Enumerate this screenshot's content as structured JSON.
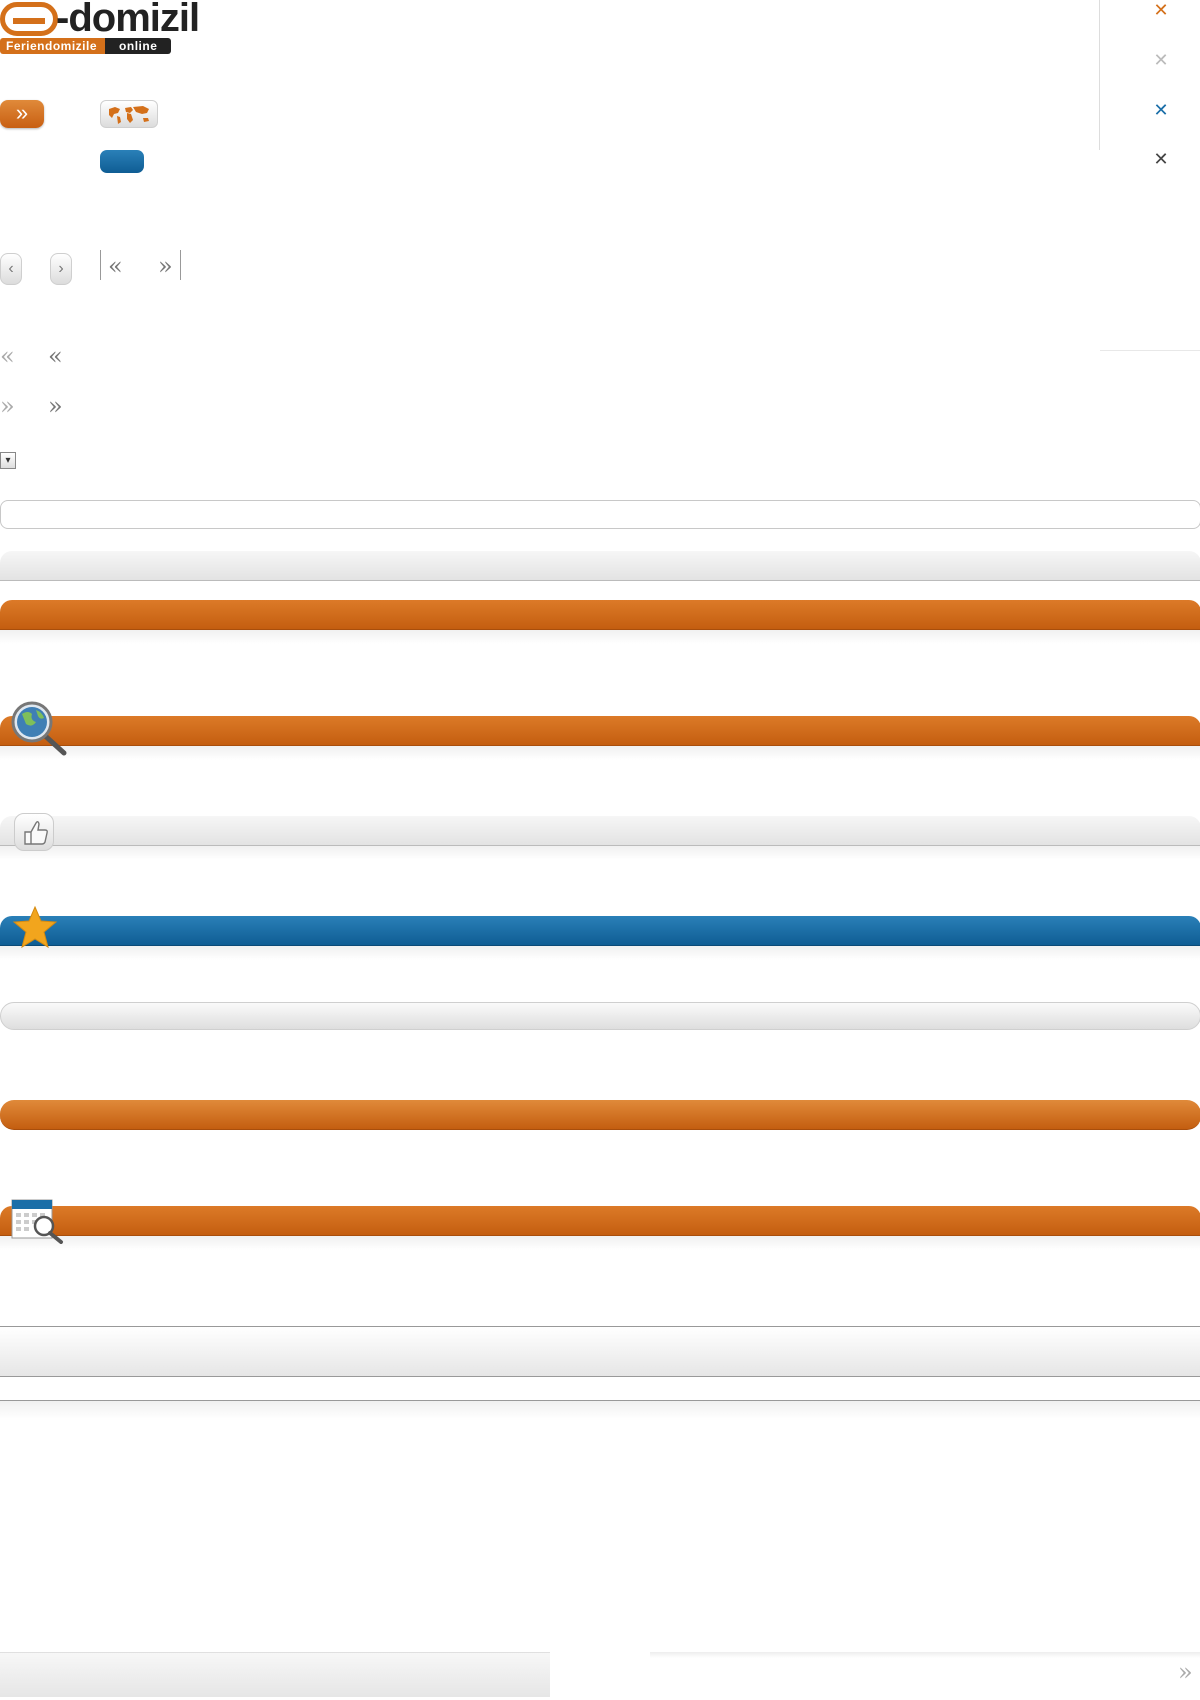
{
  "logo": {
    "brand": "-domizil",
    "tagline_left": "Feriendomizile",
    "tagline_right": "online"
  },
  "colors": {
    "accent_orange": "#d4701a",
    "accent_blue": "#1a6ea8",
    "neutral_gray": "#e3e3e3"
  },
  "pager": {
    "prev_glyph": "‹",
    "next_glyph": "›",
    "first_glyph": "«",
    "last_glyph": "»"
  },
  "side_nav": {
    "back_glyph": "«",
    "forward_glyph": "»"
  },
  "buttons": {
    "orange_glyph": "»",
    "footer_next_glyph": "»"
  },
  "select": {
    "arrow_glyph": "▾"
  },
  "icons": {
    "close_orange": "close-icon",
    "close_gray": "close-icon",
    "close_blue": "close-icon",
    "close_dark": "close-icon",
    "map": "world-map-icon",
    "globe": "globe-search-icon",
    "thumb": "thumbs-up-icon",
    "star": "star-icon",
    "calendar": "calendar-search-icon"
  },
  "close_glyph": "✕"
}
